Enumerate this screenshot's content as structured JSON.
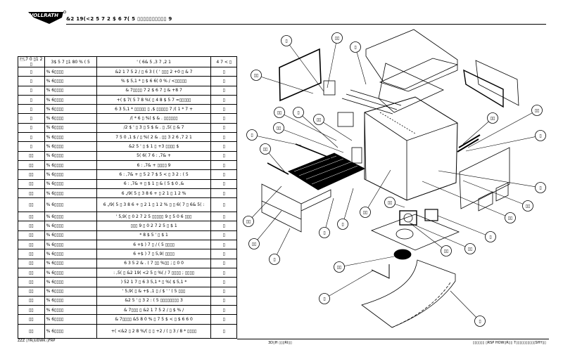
{
  "header": {
    "logo": "VOLLRATH",
    "title": "&2 19(<2 5 7 2 $ 6 7( 5 ▯▯▯▯▯▯▯▯▯▯ 9"
  },
  "table": {
    "headers": [
      "\u0002,7 0 ▯1 2 ▯",
      "3$ 5 7 ▯1 80 % ( 5",
      "' ( 6& 5 ,3 7 ,2 1",
      "4 7 < ▯"
    ],
    "rows": [
      {
        "item": "▯",
        "part": "% 6▯▯▯▯",
        "desc": "&2 1 7 5 2 / ▯ 6 3 ( ( ' ▯▯▯ 2 +0 ▯ & 7",
        "qty": "▯"
      },
      {
        "item": "▯",
        "part": "% 6▯▯▯▯",
        "desc": "% $ 5,1 * ▯ $ 6 6( 0 % / <▯▯▯▯▯",
        "qty": "▯"
      },
      {
        "item": "▯",
        "part": "% 6▯▯▯▯",
        "desc": "& 7▯▯▯▯ 7 2 $ 6 7 ▯ & +8 7",
        "qty": "▯"
      },
      {
        "item": "▯",
        "part": "% 6▯▯▯▯",
        "desc": "+( $ 7( 5 7 8 %( ▯ 4 8 $ 5 7 =▯▯▯▯▯",
        "qty": "▯"
      },
      {
        "item": "▯",
        "part": "% 6▯▯▯▯",
        "desc": "6 3 5,1 * ▯▯▯▯▯ ▯ ,$ ▯▯▯▯▯ 7 /( 1 * 7 +",
        "qty": "▯"
      },
      {
        "item": "▯",
        "part": "% 6▯▯▯▯",
        "desc": "/( * 6 ▯ %( $ & . ▯▯▯▯▯▯",
        "qty": "▯"
      },
      {
        "item": "▯",
        "part": "% 6▯▯▯▯",
        "desc": "/2 $ ' ▯ 3 ▯ 5 $ & . ▯ ,5( ▯ & 7",
        "qty": "▯"
      },
      {
        "item": "▯",
        "part": "% 6▯▯▯▯",
        "desc": "7 5 0 ,1 $ / ▯ %( 2 & . ▯▯ 3 2 6 ,7 2 1",
        "qty": "▯"
      },
      {
        "item": "▯",
        "part": "% 6▯▯▯▯",
        "desc": "&2 5 ' ▯ $ 1 ▯ +3 ▯▯▯▯ $",
        "qty": "▯"
      },
      {
        "item": "▯▯",
        "part": "% 6▯▯▯▯",
        "desc": "5( 6( 7 6 : ,7& +",
        "qty": "▯"
      },
      {
        "item": "▯▯",
        "part": "% 6▯▯▯▯",
        "desc": "6 : ,7& + ▯▯▯▯ 9",
        "qty": "▯"
      },
      {
        "item": "▯▯",
        "part": "% 6▯▯▯▯",
        "desc": "6 : ,7& + ▯ 5 2 7 $ 5 < ▯ 3 2 : ( 5",
        "qty": "▯"
      },
      {
        "item": "▯▯",
        "part": "% 6▯▯▯▯",
        "desc": "6 : ,7& + ▯ $ 1 ▯ & ( 5 $ 0 ,&",
        "qty": "▯"
      },
      {
        "item": "▯▯",
        "part": "% 6▯▯▯▯",
        "desc": "6 ,/9( 5 ▯ 3 8 6 + ▯ 2 1 ▯ 1 2 %",
        "qty": "▯"
      },
      {
        "item": "▯▯",
        "part": "% 6▯▯▯▯",
        "desc": "6 ,/9( 5 ▯ 3 8 6 + ▯ 2 1 ▯ 1 2 % ▯ ▯ 6( 7 ▯ 6& 5( :",
        "qty": "▯",
        "tall": true
      },
      {
        "item": "▯▯",
        "part": "% 6▯▯▯▯",
        "desc": "' 5,9( ▯ 0 2 7 2 5 ▯▯▯▯▯ 9 ▯ 5 0 6 ▯▯▯",
        "qty": "▯"
      },
      {
        "item": "▯▯",
        "part": "% 6▯▯▯▯",
        "desc": "▯▯▯ 9 ▯ 0 2 7 2 5 ▯ $ 1",
        "qty": "▯"
      },
      {
        "item": "▯▯",
        "part": "% 6▯▯▯▯",
        "desc": "* 8 $ 5 ' ▯ $ 1",
        "qty": "▯"
      },
      {
        "item": "▯▯",
        "part": "% 6▯▯▯▯",
        "desc": "6 +$ ) 7 ▯ / ( 5 ▯▯▯▯",
        "qty": "▯"
      },
      {
        "item": "▯▯",
        "part": "% 6▯▯▯▯",
        "desc": "6 +$ ) 7 ▯ 5,9( ▯▯▯▯",
        "qty": "▯"
      },
      {
        "item": "▯▯",
        "part": "% 6▯▯▯▯",
        "desc": "6 3 5 2 & . ( 7 ▯▯ %▯▯ ; ▯ 0 0",
        "qty": "▯"
      },
      {
        "item": "▯▯",
        "part": "% 6▯▯▯▯",
        "desc": ": ,5( ▯ &2 19( <2 5 ▯ %( / 7 ▯▯▯▯ ; ▯▯▯▯",
        "qty": "▯"
      },
      {
        "item": "▯▯",
        "part": "% 6▯▯▯▯",
        "desc": ") 52 1 7 ▯ 6 3 5,1 * ▯ %( $ 5,1 *",
        "qty": "▯"
      },
      {
        "item": "▯▯",
        "part": "% 6▯▯▯▯",
        "desc": "' 5,9( ▯ & +$ ,1 ▯ / $ ' ' ( 5 ▯▯▯",
        "qty": "▯"
      },
      {
        "item": "▯▯",
        "part": "% 6▯▯▯▯",
        "desc": "&2 5 ' ▯ 3 2 : ( 5 ▯▯▯▯▯▯▯▯ 3",
        "qty": "▯"
      },
      {
        "item": "▯▯",
        "part": "% 6▯▯▯▯",
        "desc": "& 7▯▯▯ ▯ &2 1 7 5 2 / ▯ $ % /",
        "qty": "▯"
      },
      {
        "item": "▯▯",
        "part": "% 6▯▯▯▯",
        "desc": "& 7▯▯▯▯ &5 8 0 % ▯ 7 5 $ < ▯ $ 6 6 0",
        "qty": "▯"
      },
      {
        "item": "▯▯",
        "part": "% 6▯▯▯▯",
        "desc": "+( <&2 ▯ 2 8 %/( ▯ ▯ +2 / ( ▯ 3 / 8 * ▯▯▯▯",
        "qty": "▯",
        "tall": true
      }
    ]
  },
  "diagram": {
    "callouts": [
      "▯",
      "▯▯",
      "▯",
      "▯▯",
      "▯▯",
      "▯",
      "▯▯",
      "▯▯",
      "▯",
      "▯▯",
      "▯▯",
      "▯▯",
      "▯",
      "▯",
      "▯",
      "▯▯",
      "▯▯",
      "▯▯",
      "▯▯",
      "▯",
      "▯▯",
      "▯▯",
      "▯",
      "▯▯",
      "▯",
      "▯▯",
      "▯▯",
      "▯"
    ]
  },
  "footer": {
    "left": "ZZZ ▯YR▯UDWK ▯FRP",
    "middle": "3D▯H ▯▯▯RI▯▯",
    "right": "▯▯▯▯▯▯ ▯RSP HOW▯R▯▯ 7▯▯▯▯▯▯▯▯▯▯SHY▯▯"
  }
}
